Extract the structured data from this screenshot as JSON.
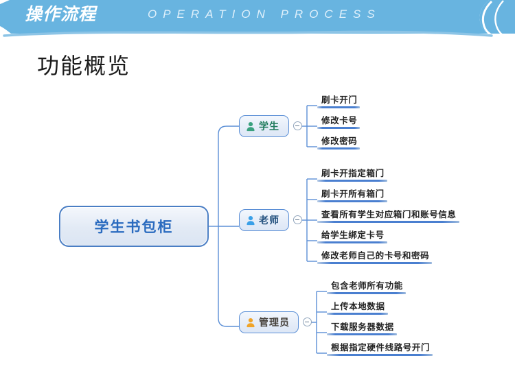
{
  "banner": {
    "title": "操作流程",
    "subtitle": "OPERATION   PROCESS",
    "color": "#68b4e0",
    "accent": "#ffffff"
  },
  "page": {
    "title": "功能概览",
    "background": "#ffffff"
  },
  "mindmap": {
    "root": {
      "label": "学生书包柜",
      "text_color": "#2a6bbf",
      "border_color": "#4a7ec4"
    },
    "branches": [
      {
        "label": "学生",
        "icon": "person-icon",
        "icon_color": "#3aa17e",
        "text_color": "#1e7a5a",
        "toggle": "collapse-toggle-minus",
        "items": [
          "刷卡开门",
          "修改卡号",
          "修改密码"
        ]
      },
      {
        "label": "老师",
        "icon": "person-icon",
        "icon_color": "#3aa0e8",
        "text_color": "#24527f",
        "toggle": "collapse-toggle-minus",
        "items": [
          "刷卡开指定箱门",
          "刷卡开所有箱门",
          "查看所有学生对应箱门和账号信息",
          "给学生绑定卡号",
          "修改老师自己的卡号和密码"
        ]
      },
      {
        "label": "管理员",
        "icon": "person-icon",
        "icon_color": "#f0a429",
        "text_color": "#45403a",
        "toggle": "collapse-toggle-minus",
        "items": [
          "包含老师所有功能",
          "上传本地数据",
          "下载服务器数据",
          "根据指定硬件线路号开门"
        ]
      }
    ]
  }
}
